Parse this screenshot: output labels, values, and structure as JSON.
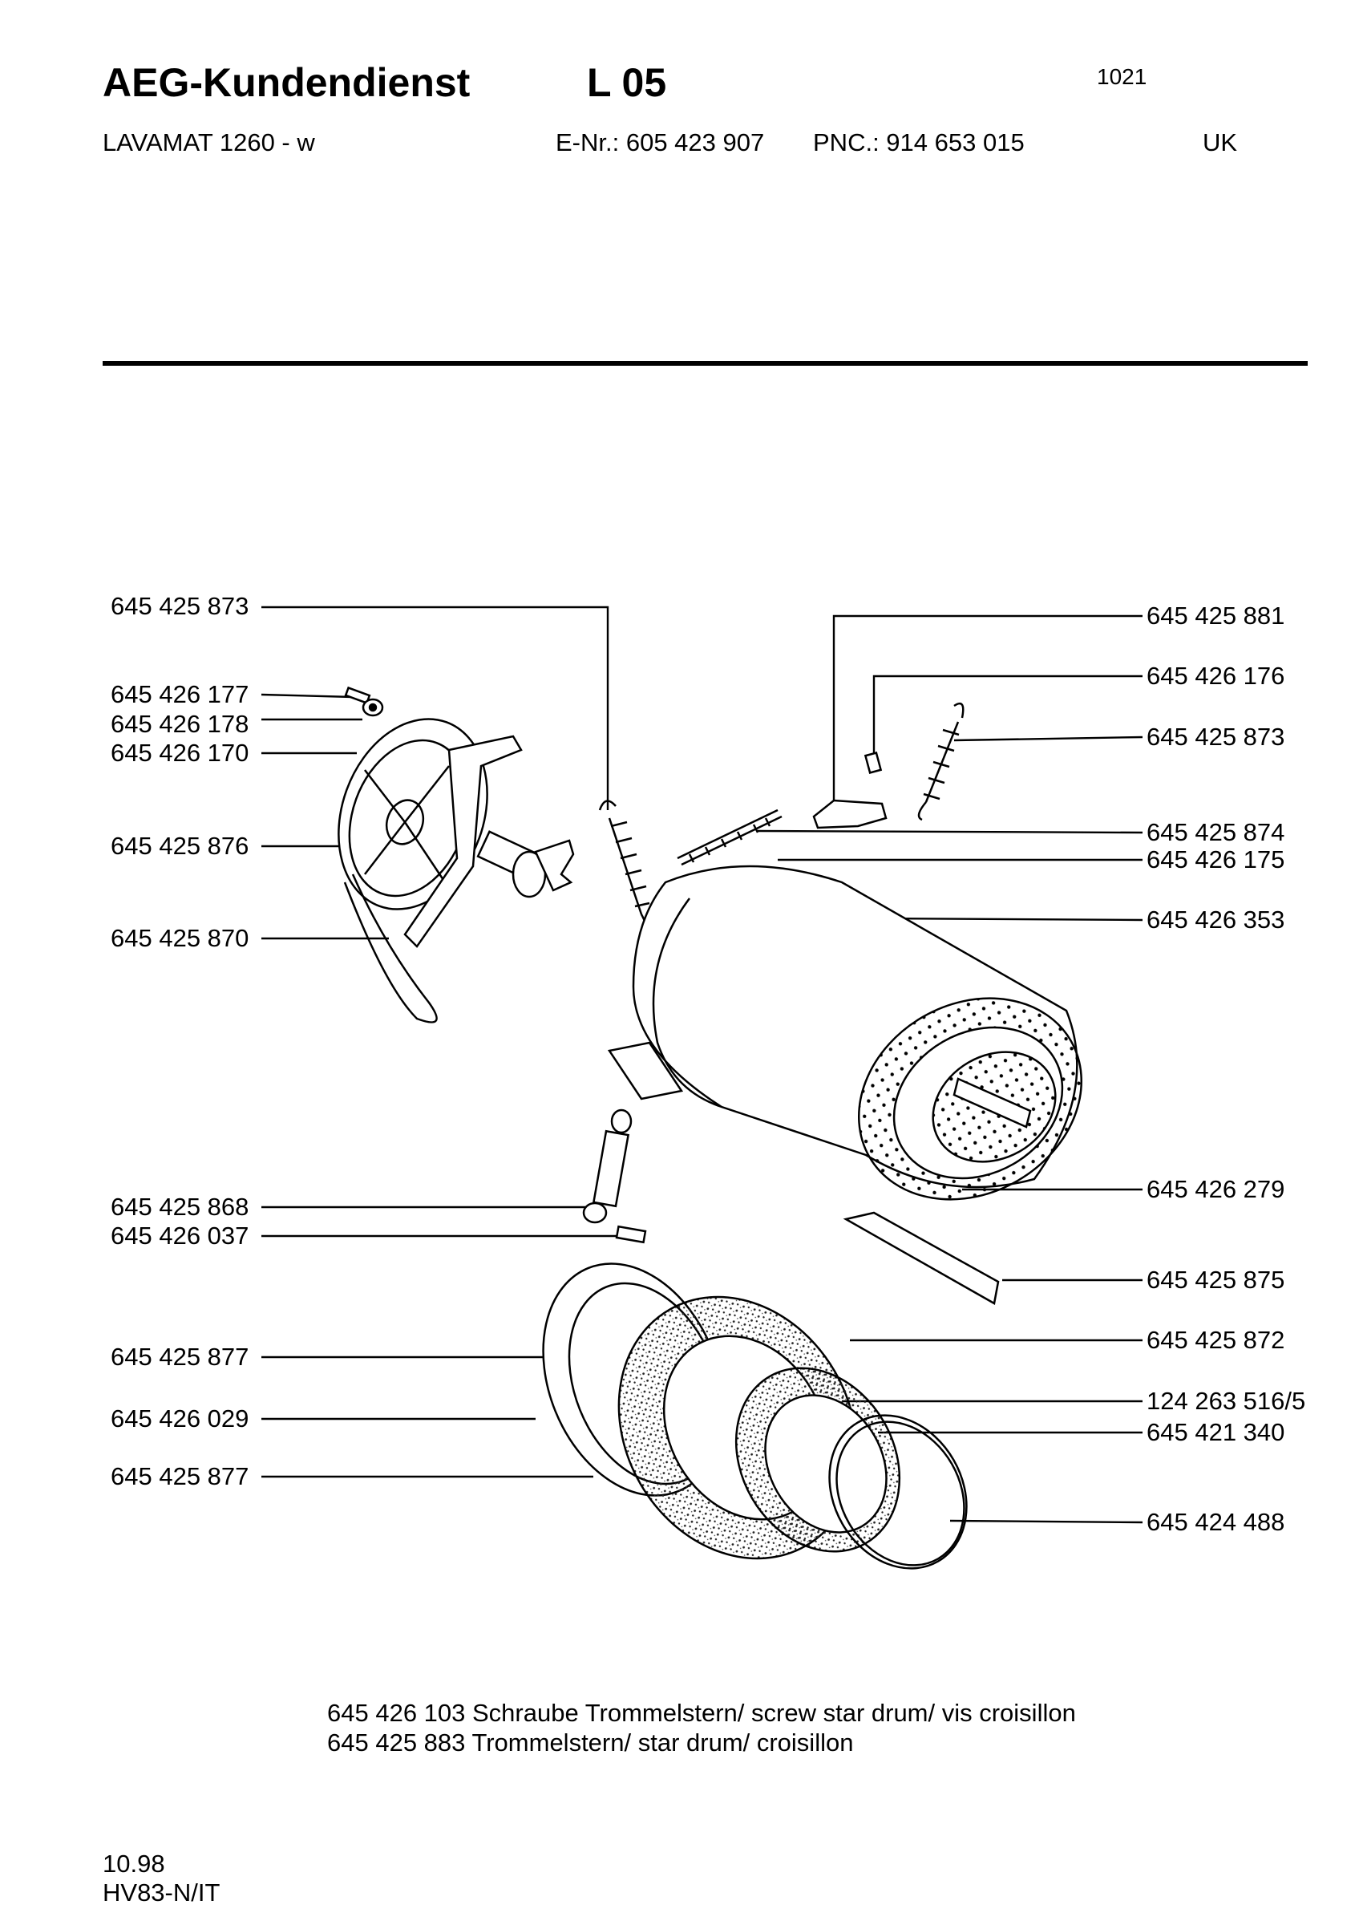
{
  "header": {
    "brand": "AEG-Kundendienst",
    "group": "L 05",
    "page_number": "1021"
  },
  "meta": {
    "model": "LAVAMAT 1260 - w",
    "enr": "E-Nr.: 605 423 907",
    "pnc": "PNC.: 914 653 015",
    "market": "UK"
  },
  "labels_left": [
    "645 425 873",
    "645 426 177",
    "645 426 178",
    "645 426 170",
    "645 425 876",
    "645 425 870",
    "645 425 868",
    "645 426 037",
    "645 425 877",
    "645 426 029",
    "645 425 877"
  ],
  "labels_right": [
    "645 425 881",
    "645 426 176",
    "645 425 873",
    "645 425 874",
    "645 426 175",
    "645 426 353",
    "645 426 279",
    "645 425 875",
    "645 425 872",
    "124 263 516/5",
    "645 421 340",
    "645 424 488"
  ],
  "notes": [
    "645 426 103 Schraube Trommelstern/ screw star drum/ vis croisillon",
    "645 425 883 Trommelstern/ star drum/ croisillon"
  ],
  "footer": {
    "date": "10.98",
    "code": "HV83-N/IT"
  }
}
